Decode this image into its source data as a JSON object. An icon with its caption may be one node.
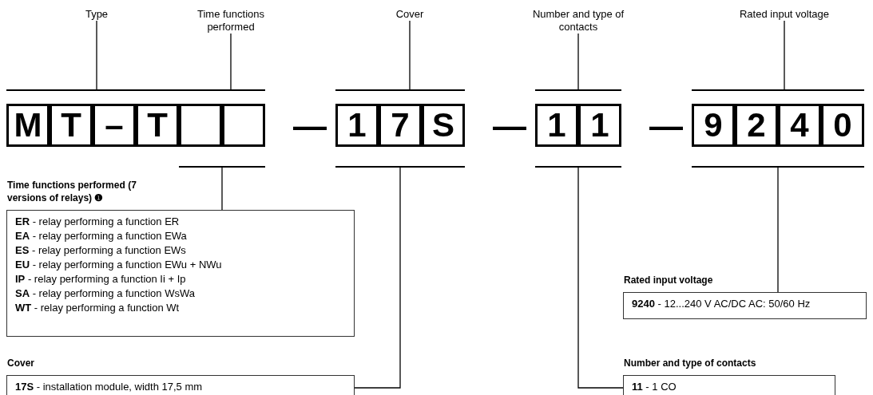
{
  "diagram": {
    "nodes": [
      {
        "text": [
          "Type"
        ]
      },
      {
        "text": [
          "Time functions performed"
        ]
      },
      {
        "text": [
          "Cover"
        ]
      },
      {
        "text": [
          "Number and type of contacts"
        ]
      },
      {
        "text": [
          "Rated input voltage"
        ]
      },
      {
        "text": [],
        "shape": "bracket"
      },
      {
        "text": [
          "M"
        ],
        "in": 5
      },
      {
        "text": [
          "T"
        ],
        "in": 5
      },
      {
        "text": [
          "–"
        ],
        "in": 5
      },
      {
        "text": [
          "T"
        ],
        "in": 5
      },
      {
        "text": [],
        "shape": "bracket"
      },
      {
        "text": [],
        "shape": "box",
        "in": 10
      },
      {
        "text": [],
        "shape": "box",
        "in": 10
      },
      {
        "text": [],
        "shape": "bracket"
      },
      {
        "text": [
          "1"
        ],
        "in": 13
      },
      {
        "text": [
          "7"
        ],
        "in": 13
      },
      {
        "text": [
          "S"
        ],
        "in": 13
      },
      {
        "text": [],
        "shape": "bracket"
      },
      {
        "text": [
          "1"
        ],
        "in": 17
      },
      {
        "text": [
          "1"
        ],
        "in": 17
      },
      {
        "text": [],
        "shape": "bracket"
      },
      {
        "text": [
          "9"
        ],
        "in": 20
      },
      {
        "text": [
          "2"
        ],
        "in": 20
      },
      {
        "text": [
          "4"
        ],
        "in": 20
      },
      {
        "text": [
          "0"
        ],
        "in": 20
      },
      {
        "text": [
          "Time functions performed (7 versions of relays) ❶",
          "**ER** - relay performing a function ER",
          "**EA** - relay performing a function EWa",
          "**ES** - relay performing a function EWs",
          "**EU** - relay performing a function EWu + NWu",
          "**IP** - relay performing a function Ii + Ip",
          "**SA** - relay performing a function WsWa",
          "**WT** - relay performing a function Wt"
        ]
      },
      {
        "text": [
          "Cover",
          "**17S** - installation module, width 17,5 mm"
        ]
      },
      {
        "text": [
          "Rated input voltage",
          "**9240** - 12...240 V AC/DC AC: 50/60 Hz"
        ]
      },
      {
        "text": [
          "Number and type of contacts",
          "**11** - 1 CO"
        ]
      }
    ],
    "edges": [
      {
        "from": 0,
        "to": 5,
        "arrow": "none"
      },
      {
        "from": 1,
        "to": 10,
        "arrow": "none"
      },
      {
        "from": 2,
        "to": 13,
        "arrow": "none"
      },
      {
        "from": 3,
        "to": 17,
        "arrow": "none"
      },
      {
        "from": 4,
        "to": 20,
        "arrow": "none"
      },
      {
        "from": 10,
        "to": 25,
        "arrow": "none"
      },
      {
        "from": 13,
        "to": 26,
        "arrow": "none"
      },
      {
        "from": 20,
        "to": 27,
        "arrow": "none"
      },
      {
        "from": 17,
        "to": 28,
        "arrow": "none"
      }
    ],
    "labels": [
      "—",
      "—",
      "—"
    ]
  }
}
